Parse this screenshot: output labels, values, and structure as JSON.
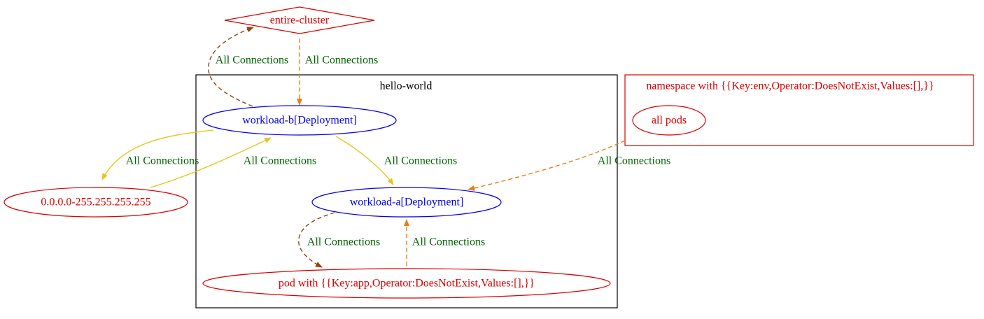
{
  "colors": {
    "cluster_border": "#000000",
    "external_border": "#d90000",
    "external_text": "#d90000",
    "workload_border": "#0000ee",
    "workload_text": "#0000ee",
    "edge_label": "#006400",
    "edge_solid_yellow": "#e6c619",
    "edge_dashed_orange": "#ee7d0f",
    "edge_dashed_brown": "#8b4513"
  },
  "clusters": {
    "hello_world": {
      "label": "hello-world"
    },
    "namespace": {
      "label": "namespace with {{Key:env,Operator:DoesNotExist,Values:[],}}"
    }
  },
  "nodes": {
    "entire_cluster": {
      "label": "entire-cluster",
      "shape": "diamond"
    },
    "workload_b": {
      "label": "workload-b[Deployment]",
      "shape": "ellipse"
    },
    "workload_a": {
      "label": "workload-a[Deployment]",
      "shape": "ellipse"
    },
    "pod_with": {
      "label": "pod with {{Key:app,Operator:DoesNotExist,Values:[],}}",
      "shape": "ellipse"
    },
    "ip_range": {
      "label": "0.0.0.0-255.255.255.255",
      "shape": "ellipse"
    },
    "all_pods": {
      "label": "all pods",
      "shape": "ellipse"
    }
  },
  "edges": [
    {
      "from": "workload-b[Deployment]",
      "to": "entire-cluster",
      "label": "All Connections",
      "style": "dashed-brown"
    },
    {
      "from": "entire-cluster",
      "to": "workload-b[Deployment]",
      "label": "All Connections",
      "style": "dashed-orange"
    },
    {
      "from": "workload-b[Deployment]",
      "to": "0.0.0.0-255.255.255.255",
      "label": "All Connections",
      "style": "solid-yellow"
    },
    {
      "from": "0.0.0.0-255.255.255.255",
      "to": "workload-b[Deployment]",
      "label": "All Connections",
      "style": "solid-yellow"
    },
    {
      "from": "workload-b[Deployment]",
      "to": "workload-a[Deployment]",
      "label": "All Connections",
      "style": "solid-yellow"
    },
    {
      "from": "all pods",
      "to": "workload-a[Deployment]",
      "label": "All Connections",
      "style": "dashed-orange"
    },
    {
      "from": "workload-a[Deployment]",
      "to": "pod with {{Key:app,Operator:DoesNotExist,Values:[],}}",
      "label": "All Connections",
      "style": "dashed-brown"
    },
    {
      "from": "pod with {{Key:app,Operator:DoesNotExist,Values:[],}}",
      "to": "workload-a[Deployment]",
      "label": "All Connections",
      "style": "dashed-orange"
    }
  ]
}
